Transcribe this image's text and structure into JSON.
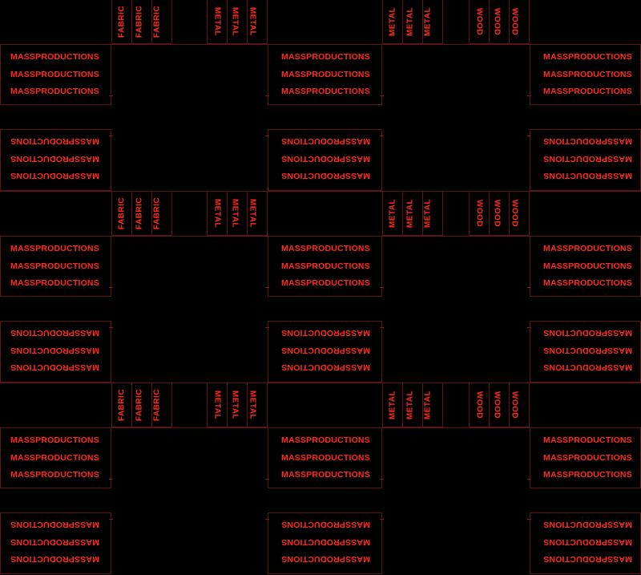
{
  "brand": "MASSPRODUCTIONS",
  "materials": {
    "fabric": "FABRIC",
    "metal": "METAL",
    "wood": "WOOD"
  },
  "colors": {
    "background": "#000000",
    "text": "#ff2a1a",
    "lines": "#5e1410"
  }
}
